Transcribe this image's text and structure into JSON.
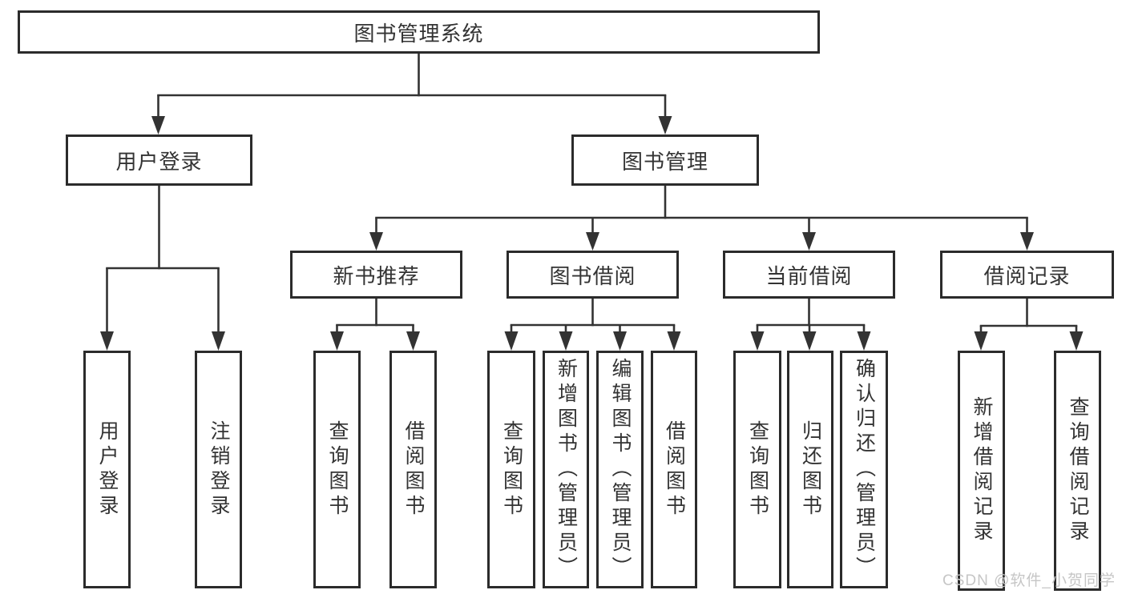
{
  "root": {
    "label": "图书管理系统"
  },
  "branches": [
    {
      "label": "用户登录",
      "children": [
        {
          "label": "用户登录"
        },
        {
          "label": "注销登录"
        }
      ]
    },
    {
      "label": "图书管理",
      "children": [
        {
          "label": "新书推荐",
          "children": [
            {
              "label": "查询图书"
            },
            {
              "label": "借阅图书"
            }
          ]
        },
        {
          "label": "图书借阅",
          "children": [
            {
              "label": "查询图书"
            },
            {
              "label": "新增图书（管理员）"
            },
            {
              "label": "编辑图书（管理员）"
            },
            {
              "label": "借阅图书"
            }
          ]
        },
        {
          "label": "当前借阅",
          "children": [
            {
              "label": "查询图书"
            },
            {
              "label": "归还图书"
            },
            {
              "label": "确认归还（管理员）"
            }
          ]
        },
        {
          "label": "借阅记录",
          "children": [
            {
              "label": "新增借阅记录"
            },
            {
              "label": "查询借阅记录"
            }
          ]
        }
      ]
    }
  ],
  "watermark": {
    "text": "CSDN @软件_小贺同学"
  },
  "colors": {
    "line": "#333333",
    "box_border": "#2b2b2b",
    "text": "#333333",
    "watermark": "#c6c6c6",
    "background": "#ffffff"
  }
}
